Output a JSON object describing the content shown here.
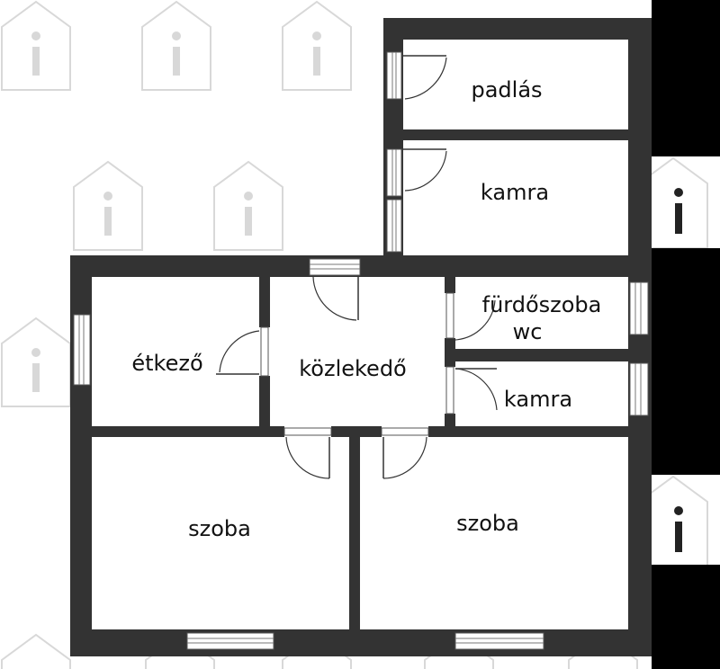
{
  "floor_plan": {
    "colors": {
      "wall": "#333333",
      "background": "#ffffff",
      "label": "#111111",
      "watermark": "#d8d8d8"
    },
    "rooms": {
      "padlas": "padlás",
      "kamra_upper": "kamra",
      "furdoszoba": "fürdőszoba",
      "wc": "wc",
      "etkezo": "étkező",
      "kozlekedo": "közlekedő",
      "kamra_lower": "kamra",
      "szoba_left": "szoba",
      "szoba_right": "szoba"
    },
    "watermark_icon": "house-info-icon"
  }
}
